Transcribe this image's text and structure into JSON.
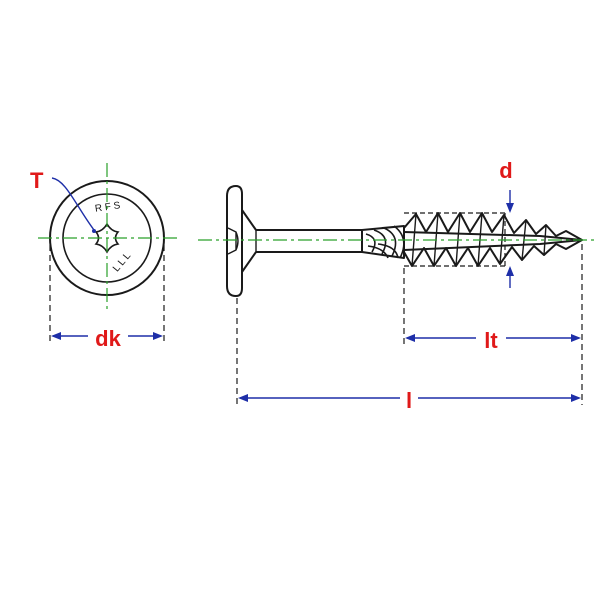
{
  "labels": {
    "drive": "T",
    "head_diameter": "dk",
    "thread_length": "lt",
    "length": "l",
    "diameter": "d"
  },
  "head_marking": {
    "top": "R F S",
    "bottom": "L L L"
  },
  "colors": {
    "outline": "#1a1a1a",
    "centerline": "#2aa02a",
    "dimension": "#1e2fa8",
    "label": "#e01919"
  }
}
